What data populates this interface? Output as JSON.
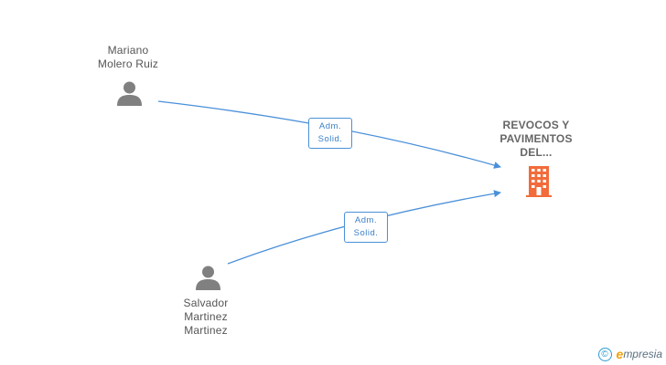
{
  "nodes": {
    "person1": {
      "name_lines": [
        "Mariano",
        "Molero Ruiz"
      ],
      "icon": "person-icon"
    },
    "person2": {
      "name_lines": [
        "Salvador",
        "Martinez",
        "Martinez"
      ],
      "icon": "person-icon"
    },
    "company": {
      "name_lines": [
        "REVOCOS Y",
        "PAVIMENTOS",
        "DEL..."
      ],
      "icon": "building-icon"
    }
  },
  "edges": [
    {
      "from": "person1",
      "to": "company",
      "label_lines": [
        "Adm.",
        "Solid."
      ]
    },
    {
      "from": "person2",
      "to": "company",
      "label_lines": [
        "Adm.",
        "Solid."
      ]
    }
  ],
  "colors": {
    "edge": "#4a90d9",
    "person_icon": "#808080",
    "company_icon": "#f26b3a"
  },
  "brand": {
    "copyright_symbol": "©",
    "e_letter": "e",
    "name_rest": "mpresia"
  }
}
